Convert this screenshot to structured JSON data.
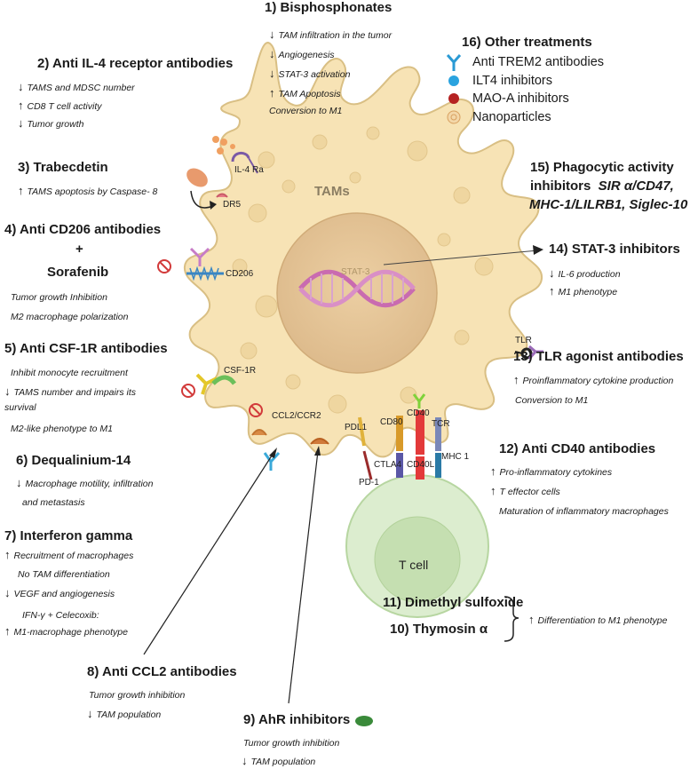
{
  "bisphosphonates": {
    "title": "1)   Bisphosphonates",
    "lines": [
      "TAM infiltration in the tumor",
      "Angiogenesis",
      "STAT-3 activation",
      "TAM Apoptosis",
      "Conversion to M1"
    ]
  },
  "anti_il4": {
    "title": "2) Anti IL-4 receptor antibodies",
    "lines": [
      "TAMS and MDSC number",
      "CD8 T cell activity",
      "Tumor growth"
    ]
  },
  "trabectedin": {
    "title": "3) Trabecdetin",
    "lines": [
      "TAMS apoptosis by Caspase- 8"
    ]
  },
  "anti_cd206": {
    "title": "4) Anti CD206 antibodies",
    "plus": "+",
    "subtitle": "Sorafenib",
    "lines": [
      "Tumor growth Inhibition",
      "M2 macrophage polarization"
    ]
  },
  "anti_csf1r": {
    "title": "5) Anti CSF-1R antibodies",
    "lines": [
      "Inhibit monocyte recruitment",
      "TAMS number and impairs its",
      "survival",
      "M2-like phenotype to M1"
    ]
  },
  "dequalinium": {
    "title": "6) Dequalinium-14",
    "lines": [
      "Macrophage motility, infiltration",
      "and metastasis"
    ]
  },
  "interferon": {
    "title": "7) Interferon gamma",
    "lines": [
      "Recruitment of macrophages",
      "No TAM differentiation",
      "VEGF and angiogenesis",
      "IFN-γ + Celecoxib:",
      "M1-macrophage phenotype"
    ]
  },
  "anti_ccl2": {
    "title": "8) Anti CCL2 antibodies",
    "lines": [
      "Tumor growth inhibition",
      "TAM population"
    ]
  },
  "ahr": {
    "title": "9) AhR inhibitors",
    "lines": [
      "Tumor growth inhibition",
      "TAM population"
    ]
  },
  "thymosin": {
    "title": "10) Thymosin α"
  },
  "dmso": {
    "title": "11) Dimethyl sulfoxide"
  },
  "dmso_thymosin_effect": "Differentiation to M1 phenotype",
  "anti_cd40": {
    "title": "12) Anti CD40 antibodies",
    "lines": [
      "Pro-inflammatory cytokines",
      "T effector cells",
      "Maturation  of  inflammatory macrophages"
    ]
  },
  "tlr_agonist": {
    "title": "13) TLR agonist antibodies",
    "lines": [
      "Proinflammatory  cytokine production",
      "Conversion to M1"
    ]
  },
  "stat3_inhibitors": {
    "title": "14) STAT-3 inhibitors",
    "lines": [
      "IL-6 production",
      "M1 phenotype"
    ]
  },
  "phagocytic": {
    "title_1": "15) Phagocytic activity",
    "title_2": "inhibitors",
    "targets_1": "SIR α/CD47,",
    "targets_2": "MHC-1/LILRB1,  Siglec-10"
  },
  "other": {
    "title": "16) Other treatments",
    "items": [
      "Anti TREM2 antibodies",
      "ILT4 inhibitors",
      "MAO-A inhibitors",
      "Nanoparticles"
    ]
  },
  "cell_labels": {
    "tams": "TAMs",
    "stat3": "STAT-3",
    "il4ra": "IL-4 Ra",
    "dr5": "DR5",
    "cd206": "CD206",
    "csf1r": "CSF-1R",
    "ccl2_ccr2": "CCL2/CCR2",
    "pdl1": "PDL1",
    "cd80": "CD80",
    "cd40": "CD40",
    "tcr": "TCR",
    "mhc1": "MHC 1",
    "ctla4": "CTLA4",
    "cd40l": "CD40L",
    "pd1": "PD-1",
    "tcell": "T cell",
    "tlr": "TLR"
  },
  "arrows": {
    "up": "↑",
    "down": "↓"
  },
  "colors": {
    "cell_fill": "#f7e3b5",
    "cell_stroke": "#d9bf84",
    "nucleus": "#e9c99a",
    "tcell": "#d8ecc9",
    "dna": "#c96bb0"
  },
  "icons": [
    "antibody-icon",
    "blue-sphere-icon",
    "red-sphere-icon",
    "nanoparticle-icon",
    "inhibit-symbol-icon",
    "dna-helix-icon",
    "green-pill-icon",
    "brace-icon"
  ]
}
